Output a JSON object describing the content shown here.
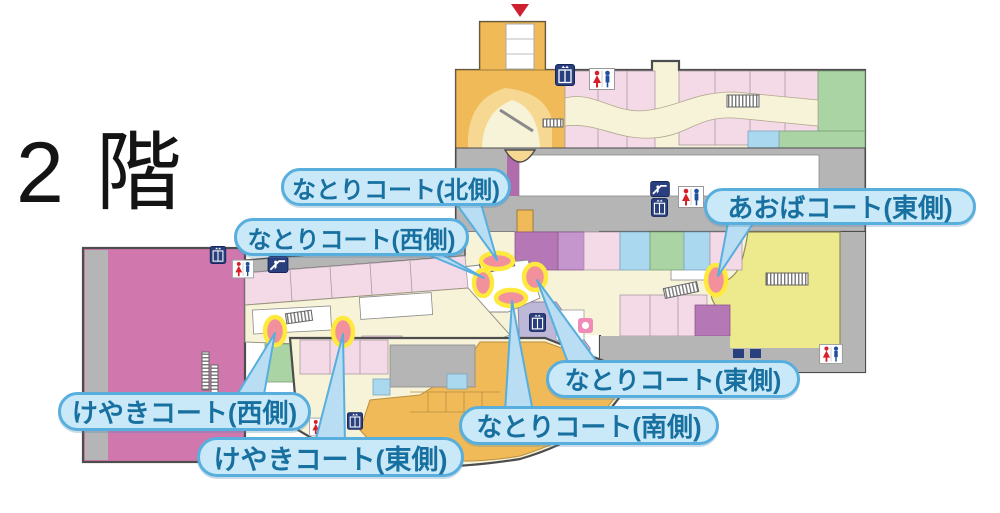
{
  "title": {
    "floor": "2 階"
  },
  "map": {
    "courts": [
      {
        "id": "natori-north",
        "label": "なとりコート(北側)"
      },
      {
        "id": "natori-west",
        "label": "なとりコート(西側)"
      },
      {
        "id": "natori-east",
        "label": "なとりコート(東側)"
      },
      {
        "id": "natori-south",
        "label": "なとりコート(南側)"
      },
      {
        "id": "aoba-east",
        "label": "あおばコート(東側)"
      },
      {
        "id": "keyaki-west",
        "label": "けやきコート(西側)"
      },
      {
        "id": "keyaki-east",
        "label": "けやきコート(東側)"
      }
    ],
    "facility_icons": [
      "toilet-icon",
      "elevator-icon",
      "escalator-icon",
      "stairs-icon",
      "nursing-room-icon",
      "entrance-arrow-icon"
    ],
    "colors": {
      "bubble_fill": "#c9e8f8",
      "bubble_border": "#58aedd",
      "bubble_text": "#17709f",
      "marker_fill": "#f2919c",
      "marker_ring": "#ffe93e",
      "anchor_store_west": "#d077ad",
      "anchor_store_east": "#edea8e",
      "walkway": "#f7f3d9",
      "corridor": "#b5b5b5",
      "shop_pink": "#f4d9e6",
      "shop_purple": "#b577b5",
      "shop_lavender": "#bdb8d7",
      "shop_green": "#abd4a5",
      "shop_blue": "#a9d8ef",
      "shop_orange": "#f0ba58",
      "entrance_marker": "#cf2030"
    }
  }
}
